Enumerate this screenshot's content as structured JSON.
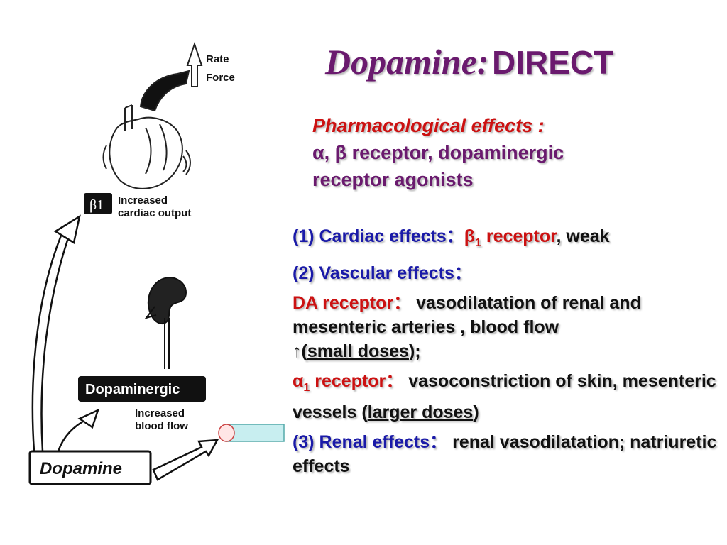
{
  "title": {
    "italic": "Dopamine:",
    "bold": "DIRECT"
  },
  "pharm": {
    "heading": "Pharmacological effects :",
    "line1_rest": " receptor, dopaminergic",
    "line2": "receptor agonists",
    "alpha": "α",
    "comma": ", ",
    "beta": "β"
  },
  "effects": {
    "e1_label": "(1) Cardiac effects：",
    "e1_beta": "β",
    "e1_sub": "1",
    "e1_receptor": " receptor",
    "e1_rest": ", weak",
    "e2_label": "(2) Vascular effects：",
    "da_label": "DA receptor：",
    "da_text1": " vasodilatation of renal and mesenteric arteries , blood flow",
    "up_arrow": "↑",
    "da_paren_open": "(",
    "da_small": "small doses",
    "da_paren_close": ");",
    "a1_alpha": "α",
    "a1_sub": "1",
    "a1_label": " receptor：",
    "a1_text1": " vasoconstriction of skin, mesenteric vessels (",
    "a1_larger": "larger doses",
    "a1_close": ")",
    "e3_label": "(3) Renal effects：",
    "e3_text": " renal vasodilatation; natriuretic effects"
  },
  "diagram": {
    "rate": "Rate",
    "force": "Force",
    "beta1_box": "β1",
    "increased1": "Increased",
    "cardiac_output": "cardiac output",
    "dopaminergic_box": "Dopaminergic",
    "increased2": "Increased",
    "blood_flow": "blood flow",
    "dopamine_box": "Dopamine"
  }
}
